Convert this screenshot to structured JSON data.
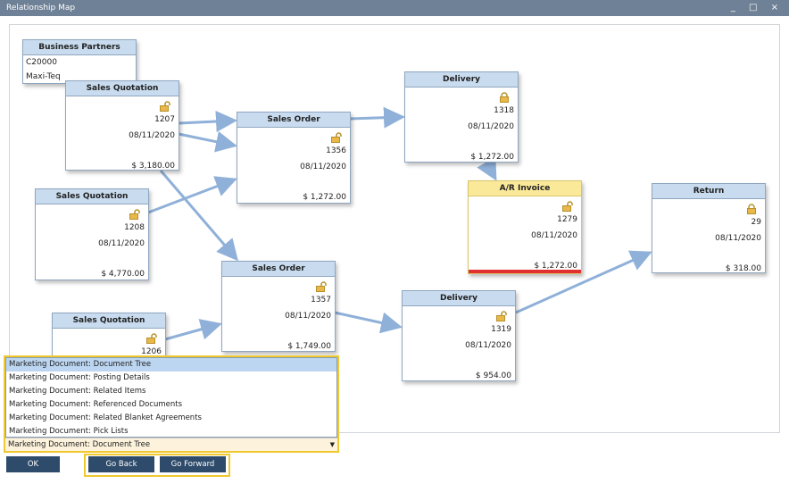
{
  "window": {
    "title": "Relationship Map",
    "controls": "_ □ ×"
  },
  "business_partner": {
    "title": "Business Partners",
    "code": "C20000",
    "name": "Maxi-Teq"
  },
  "nodes": {
    "sq1207": {
      "title": "Sales Quotation",
      "number": "1207",
      "date": "08/11/2020",
      "amount": "$ 3,180.00",
      "lock": "open"
    },
    "sq1208": {
      "title": "Sales Quotation",
      "number": "1208",
      "date": "08/11/2020",
      "amount": "$ 4,770.00",
      "lock": "open"
    },
    "sq1206": {
      "title": "Sales Quotation",
      "number": "1206",
      "lock": "open"
    },
    "so1356": {
      "title": "Sales Order",
      "number": "1356",
      "date": "08/11/2020",
      "amount": "$ 1,272.00",
      "lock": "open"
    },
    "so1357": {
      "title": "Sales Order",
      "number": "1357",
      "date": "08/11/2020",
      "amount": "$ 1,749.00",
      "lock": "open"
    },
    "dl1318": {
      "title": "Delivery",
      "number": "1318",
      "date": "08/11/2020",
      "amount": "$ 1,272.00",
      "lock": "closed"
    },
    "dl1319": {
      "title": "Delivery",
      "number": "1319",
      "date": "08/11/2020",
      "amount": "$ 954.00",
      "lock": "open"
    },
    "inv1279": {
      "title": "A/R Invoice",
      "number": "1279",
      "date": "08/11/2020",
      "amount": "$ 1,272.00",
      "lock": "open"
    },
    "ret29": {
      "title": "Return",
      "number": "29",
      "date": "08/11/2020",
      "amount": "$ 318.00",
      "lock": "closed"
    }
  },
  "menu": {
    "items": [
      "Marketing Document: Document Tree",
      "Marketing Document: Posting Details",
      "Marketing Document: Related Items",
      "Marketing Document: Referenced Documents",
      "Marketing Document: Related Blanket Agreements",
      "Marketing Document: Pick Lists"
    ],
    "selected": "Marketing Document: Document Tree"
  },
  "buttons": {
    "ok": "OK",
    "back": "Go Back",
    "forward": "Go Forward"
  },
  "colors": {
    "arrow": "#8fb0d8",
    "header": "#c9dcef",
    "invoice_header": "#fbe99a",
    "highlight": "#f0c930",
    "button": "#2e4b6b"
  }
}
